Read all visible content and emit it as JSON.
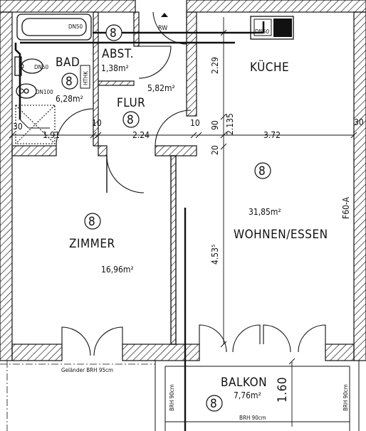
{
  "rooms": {
    "bad": {
      "name": "BAD",
      "area": "6,28m²",
      "num": "8"
    },
    "abst": {
      "name": "ABST.",
      "area": "1,38m²",
      "num": "8"
    },
    "flur": {
      "name": "FLUR",
      "area": "5,82m²",
      "num": "8"
    },
    "kueche": {
      "name": "KÜCHE"
    },
    "wohnen": {
      "name": "WOHNEN/ESSEN",
      "area": "31,85m²",
      "num": "8"
    },
    "zimmer": {
      "name": "ZIMMER",
      "area": "16,96m²",
      "num": "8"
    },
    "balkon": {
      "name": "BALKON",
      "area": "7,76m²",
      "num": "8"
    }
  },
  "dims": {
    "d191": "1.91",
    "d224": "2.24",
    "d372": "3.72",
    "d30l": "30",
    "d30r": "30",
    "d10a": "10",
    "d10b": "10",
    "d229": "2.29",
    "d90": "90",
    "d2135": "2.135",
    "d20": "20",
    "d4535": "4.53⁵",
    "d160": "1.60"
  },
  "labels": {
    "rw": "RW",
    "htkk": "HTHK",
    "f60a": "F60-A",
    "gelaender": "Geländer BRH 95cm",
    "brh_left": "BRH 90cm",
    "brh_right": "BRH 90cm",
    "brh_bottom": "BRH 90cm",
    "dn50_a": "DN50",
    "dn50_b": "DN50",
    "dn50_c": "DN50",
    "dn100": "DN100"
  }
}
